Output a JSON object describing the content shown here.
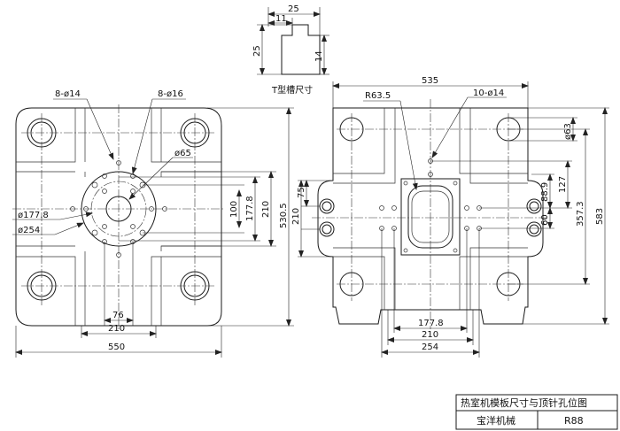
{
  "t_slot": {
    "title": "T型槽尺寸",
    "dim_total_width": "25",
    "dim_neck_width": "11",
    "dim_height": "25",
    "dim_neck_depth": "14"
  },
  "left_platen": {
    "dim_holes_14": "8-ø14",
    "dim_holes_16": "8-ø16",
    "dim_bore_65": "ø65",
    "dim_pcd_177": "ø177.8",
    "dim_pcd_254": "ø254",
    "dim_v_100": "100",
    "dim_v_177": "177.8",
    "dim_v_210": "210",
    "dim_v_530": "530.5",
    "dim_h_76": "76",
    "dim_h_210": "210",
    "dim_h_550": "550"
  },
  "right_platen": {
    "dim_width_535": "535",
    "dim_radius": "R63.5",
    "dim_holes_14": "10-ø14",
    "dim_tie_63": "ø63",
    "dim_left_75": "75",
    "dim_left_210": "210",
    "dim_v_88": "88.9",
    "dim_v_127": "127",
    "dim_v_60": "60",
    "dim_v_357": "357.3",
    "dim_v_583": "583",
    "dim_h_177": "177.8",
    "dim_h_210": "210",
    "dim_h_254": "254"
  },
  "title_block": {
    "title": "热室机模板尺寸与顶针孔位图",
    "company": "宝洋机械",
    "model": "R88"
  }
}
